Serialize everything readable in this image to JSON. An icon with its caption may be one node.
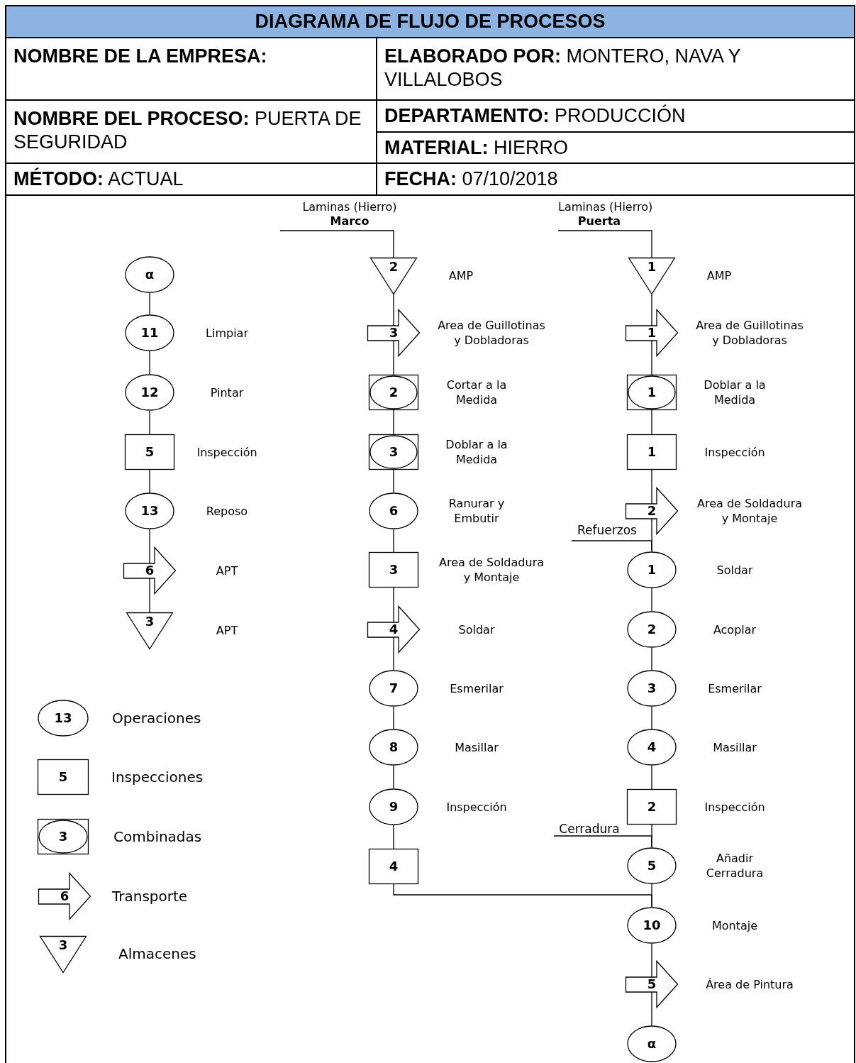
{
  "diagram": {
    "title": "DIAGRAMA DE FLUJO DE PROCESOS",
    "nodes": [
      {
        "text": [
          "α"
        ]
      },
      {
        "text": [
          "11"
        ],
        "beside": [
          "Limpiar"
        ]
      },
      {
        "text": [
          "12"
        ],
        "beside": [
          "Pintar"
        ]
      },
      {
        "text": [
          "5"
        ],
        "beside": [
          "Inspección"
        ]
      },
      {
        "text": [
          "13"
        ],
        "beside": [
          "Reposo"
        ]
      },
      {
        "text": [
          "6"
        ],
        "beside": [
          "APT"
        ]
      },
      {
        "text": [
          "3"
        ],
        "beside": [
          "APT"
        ]
      },
      {
        "text": [
          "Laminas (Hierro)",
          "Marco"
        ]
      },
      {
        "text": [
          "2"
        ],
        "beside": [
          "AMP"
        ]
      },
      {
        "text": [
          "3"
        ],
        "beside": [
          "Area de Guillotinas y Dobladoras"
        ]
      },
      {
        "text": [
          "2"
        ],
        "beside": [
          "Cortar a la Medida"
        ]
      },
      {
        "text": [
          "3"
        ],
        "beside": [
          "Doblar a la Medida"
        ]
      },
      {
        "text": [
          "6"
        ],
        "beside": [
          "Ranurar y Embutir"
        ]
      },
      {
        "text": [
          "3"
        ],
        "beside": [
          "Area de Soldadura y Montaje"
        ]
      },
      {
        "text": [
          "4"
        ],
        "beside": [
          "Soldar"
        ]
      },
      {
        "text": [
          "7"
        ],
        "beside": [
          "Esmerilar"
        ]
      },
      {
        "text": [
          "8"
        ],
        "beside": [
          "Masillar"
        ]
      },
      {
        "text": [
          "9"
        ],
        "beside": [
          "Inspección"
        ]
      },
      {
        "text": [
          "4"
        ]
      },
      {
        "text": [
          "Laminas (Hierro)",
          "Puerta"
        ]
      },
      {
        "text": [
          "1"
        ],
        "beside": [
          "AMP"
        ]
      },
      {
        "text": [
          "1"
        ],
        "beside": [
          "Area de Guillotinas y Dobladoras"
        ]
      },
      {
        "text": [
          "1"
        ],
        "beside": [
          "Doblar a la Medida"
        ]
      },
      {
        "text": [
          "1"
        ],
        "beside": [
          "Inspección"
        ]
      },
      {
        "text": [
          "2"
        ],
        "beside": [
          "Area de Soldadura y Montaje"
        ]
      },
      {
        "text": [
          "Refuerzos"
        ]
      },
      {
        "text": [
          "1"
        ],
        "beside": [
          "Soldar"
        ]
      },
      {
        "text": [
          "2"
        ],
        "beside": [
          "Acoplar"
        ]
      },
      {
        "text": [
          "3"
        ],
        "beside": [
          "Esmerilar"
        ]
      },
      {
        "text": [
          "4"
        ],
        "beside": [
          "Masillar"
        ]
      },
      {
        "text": [
          "2"
        ],
        "beside": [
          "Inspección"
        ]
      },
      {
        "text": [
          "Cerradura"
        ]
      },
      {
        "text": [
          "5"
        ],
        "beside": [
          "Añadir Cerradura"
        ]
      },
      {
        "text": [
          "10"
        ],
        "beside": [
          "Montaje"
        ]
      },
      {
        "text": [
          "5"
        ],
        "beside": [
          "Área de Pintura"
        ]
      },
      {
        "text": [
          "α"
        ]
      }
    ],
    "edges": [
      {
        "from": 0,
        "to": 1,
        "arrow": "none"
      },
      {
        "from": 1,
        "to": 2,
        "arrow": "none"
      },
      {
        "from": 2,
        "to": 3,
        "arrow": "none"
      },
      {
        "from": 3,
        "to": 4,
        "arrow": "none"
      },
      {
        "from": 4,
        "to": 5,
        "arrow": "none"
      },
      {
        "from": 5,
        "to": 6,
        "arrow": "none"
      },
      {
        "from": 7,
        "to": 8,
        "arrow": "none"
      },
      {
        "from": 8,
        "to": 9,
        "arrow": "none"
      },
      {
        "from": 9,
        "to": 10,
        "arrow": "none"
      },
      {
        "from": 10,
        "to": 11,
        "arrow": "none"
      },
      {
        "from": 11,
        "to": 12,
        "arrow": "none"
      },
      {
        "from": 12,
        "to": 13,
        "arrow": "none"
      },
      {
        "from": 13,
        "to": 14,
        "arrow": "none"
      },
      {
        "from": 14,
        "to": 15,
        "arrow": "none"
      },
      {
        "from": 15,
        "to": 16,
        "arrow": "none"
      },
      {
        "from": 16,
        "to": 17,
        "arrow": "none"
      },
      {
        "from": 17,
        "to": 18,
        "arrow": "none"
      },
      {
        "from": 18,
        "to": 33,
        "arrow": "none"
      },
      {
        "from": 19,
        "to": 20,
        "arrow": "none"
      },
      {
        "from": 20,
        "to": 21,
        "arrow": "none"
      },
      {
        "from": 21,
        "to": 22,
        "arrow": "none"
      },
      {
        "from": 22,
        "to": 23,
        "arrow": "none"
      },
      {
        "from": 23,
        "to": 24,
        "arrow": "none"
      },
      {
        "from": 24,
        "to": 26,
        "arrow": "none"
      },
      {
        "from": 25,
        "to": 26,
        "arrow": "none"
      },
      {
        "from": 26,
        "to": 27,
        "arrow": "none"
      },
      {
        "from": 27,
        "to": 28,
        "arrow": "none"
      },
      {
        "from": 28,
        "to": 29,
        "arrow": "none"
      },
      {
        "from": 29,
        "to": 30,
        "arrow": "none"
      },
      {
        "from": 30,
        "to": 32,
        "arrow": "none"
      },
      {
        "from": 31,
        "to": 32,
        "arrow": "none"
      },
      {
        "from": 32,
        "to": 33,
        "arrow": "none"
      },
      {
        "from": 33,
        "to": 34,
        "arrow": "none"
      },
      {
        "from": 34,
        "to": 35,
        "arrow": "none"
      }
    ],
    "labels": [
      "NOMBRE DE LA EMPRESA:",
      "**ELABORADO POR:** MONTERO, NAVA Y VILLALOBOS",
      "**NOMBRE DEL PROCESO:** PUERTA DE SEGURIDAD",
      "**DEPARTAMENTO:** PRODUCCIÓN",
      "**MATERIAL:** HIERRO",
      "**MÉTODO:** ACTUAL",
      "**FECHA:** 07/10/2018",
      "13",
      "5",
      "3",
      "6",
      "3"
    ],
    "legend": [
      {
        "text": "Operaciones"
      },
      {
        "text": "Inspecciones"
      },
      {
        "text": "Combinadas"
      },
      {
        "text": "Transporte"
      },
      {
        "text": "Almacenes"
      }
    ]
  }
}
